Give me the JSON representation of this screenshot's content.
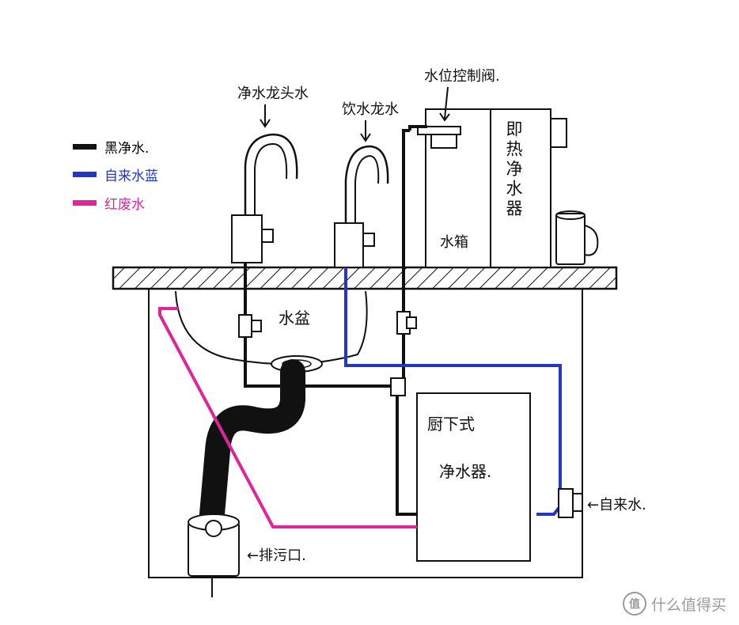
{
  "legend": [
    {
      "text": "黑净水.",
      "color": "#111111"
    },
    {
      "text": "自来水蓝",
      "color": "#2236c8"
    },
    {
      "text": "红废水",
      "color": "#e0249a"
    }
  ],
  "labels": {
    "pure_faucet": "净水龙头水",
    "hot_faucet": "饮水龙水",
    "tank_valve": "水位控制阀.",
    "sink": "水盆",
    "tank": "水箱",
    "instant_heater": "即热净水器",
    "under_sink_purifier_line1": "厨下式",
    "under_sink_purifier_line2": "净水器.",
    "tap_water_inlet": "←自来水.",
    "drain_outlet": "←排污口."
  },
  "colors": {
    "pure_water": "#111111",
    "tap_water": "#2236c8",
    "waste_water": "#e0249a",
    "ink": "#111111"
  },
  "watermark": {
    "logo_char": "值",
    "text": "什么值得买"
  }
}
